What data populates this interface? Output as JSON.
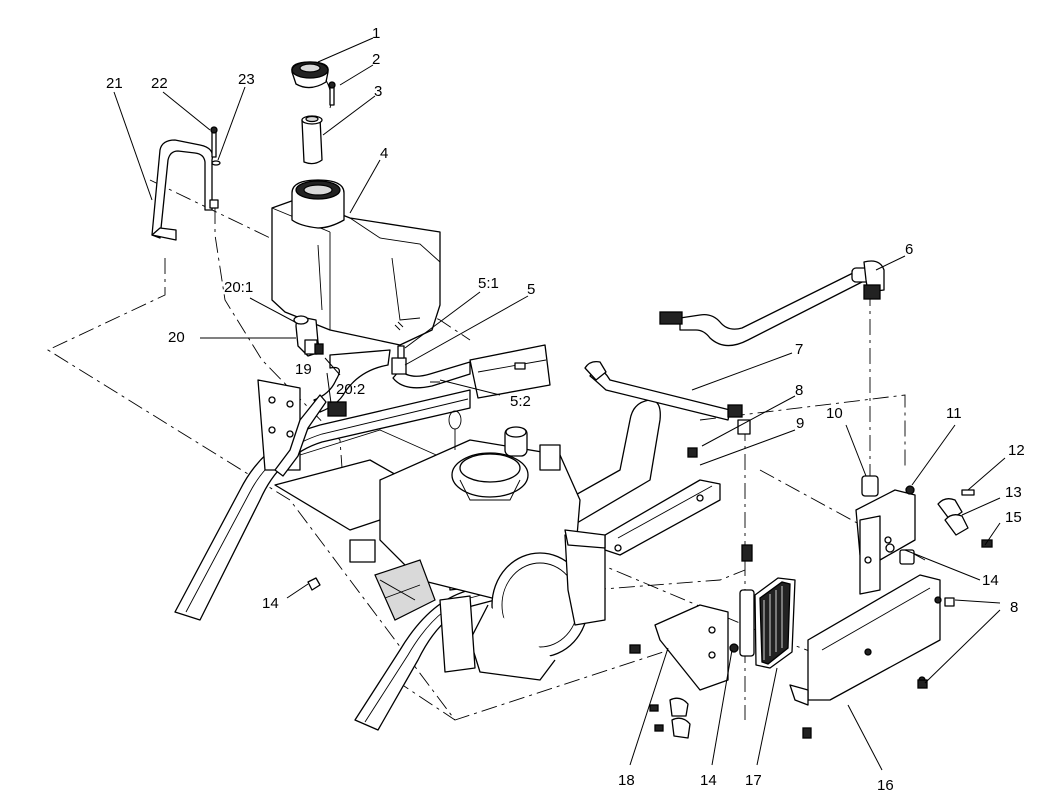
{
  "diagram": {
    "type": "exploded-parts-view",
    "callouts": [
      {
        "id": "c1",
        "label": "1"
      },
      {
        "id": "c2",
        "label": "2"
      },
      {
        "id": "c3",
        "label": "3"
      },
      {
        "id": "c4",
        "label": "4"
      },
      {
        "id": "c5",
        "label": "5"
      },
      {
        "id": "c5_1",
        "label": "5:1"
      },
      {
        "id": "c5_2",
        "label": "5:2"
      },
      {
        "id": "c6",
        "label": "6"
      },
      {
        "id": "c7",
        "label": "7"
      },
      {
        "id": "c8a",
        "label": "8"
      },
      {
        "id": "c8b",
        "label": "8"
      },
      {
        "id": "c9",
        "label": "9"
      },
      {
        "id": "c10",
        "label": "10"
      },
      {
        "id": "c11",
        "label": "11"
      },
      {
        "id": "c12",
        "label": "12"
      },
      {
        "id": "c13",
        "label": "13"
      },
      {
        "id": "c14a",
        "label": "14"
      },
      {
        "id": "c14b",
        "label": "14"
      },
      {
        "id": "c14c",
        "label": "14"
      },
      {
        "id": "c15",
        "label": "15"
      },
      {
        "id": "c16",
        "label": "16"
      },
      {
        "id": "c17",
        "label": "17"
      },
      {
        "id": "c18",
        "label": "18"
      },
      {
        "id": "c19",
        "label": "19"
      },
      {
        "id": "c20",
        "label": "20"
      },
      {
        "id": "c20_1",
        "label": "20:1"
      },
      {
        "id": "c20_2",
        "label": "20:2"
      },
      {
        "id": "c21",
        "label": "21"
      },
      {
        "id": "c22",
        "label": "22"
      },
      {
        "id": "c23",
        "label": "23"
      }
    ]
  }
}
